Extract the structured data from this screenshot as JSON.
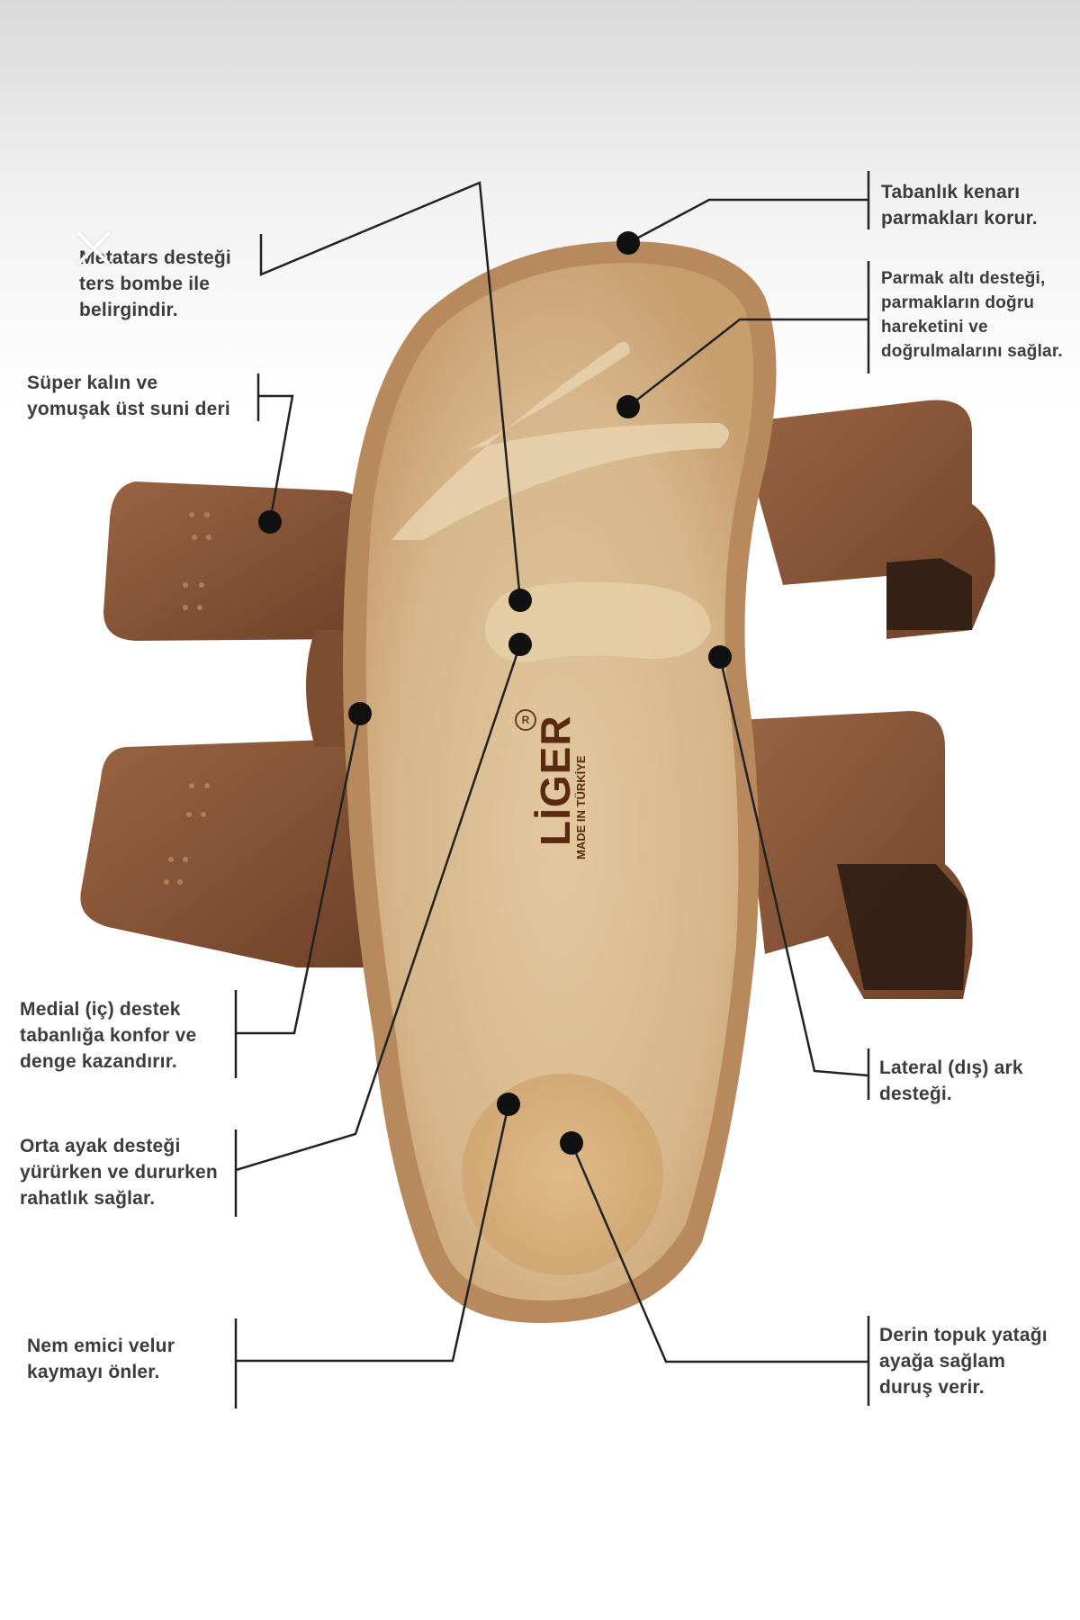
{
  "labels": {
    "metatarsal": "Metatars desteği\nters bombe ile\nbelirgindir.",
    "upper_leather": "Süper kalın ve\nyomuşak üst suni deri",
    "edge": "Tabanlık kenarı\nparmakları korur.",
    "toe_support": "Parmak altı desteği,\nparmakların doğru\nhareketini ve\ndoğrulmalarını sağlar.",
    "medial": "Medial (iç) destek\ntabanlığa konfor ve\ndenge kazandırır.",
    "midfoot": "Orta ayak desteği\nyürürken ve dururken\nrahatlık sağlar.",
    "lateral": "Lateral (dış) ark\ndesteği.",
    "velour": "Nem emici velur\nkaymayı önler.",
    "heel": "Derin topuk yatağı\nayağa sağlam\nduruş verir."
  },
  "brand": {
    "name": "LİGER",
    "tagline": "MADE IN TÜRKİYE",
    "registered_mark": "R"
  },
  "icons": {
    "close": "close-icon"
  },
  "colors": {
    "cork": "#d6b78c",
    "cork_rim": "#b9875a",
    "strap": "#8e5a3a",
    "strap_dark": "#6b3d24",
    "leader": "#222222",
    "label_text": "#3c3c3c"
  }
}
